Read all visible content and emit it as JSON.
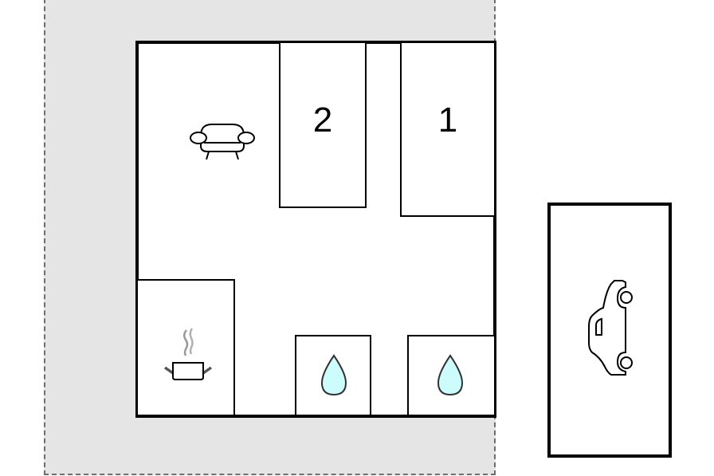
{
  "floorplan": {
    "plot": {
      "label": "plot-boundary",
      "fill": "#e5e5e5",
      "border": "#6e6e6e"
    },
    "house": {
      "label": "house-outline"
    },
    "rooms": [
      {
        "id": "bedroom-2",
        "label": "2",
        "type": "bedroom"
      },
      {
        "id": "bedroom-1",
        "label": "1",
        "type": "bedroom"
      },
      {
        "id": "living-room",
        "label": "",
        "type": "living",
        "icon": "sofa-icon"
      },
      {
        "id": "kitchen",
        "label": "",
        "type": "kitchen",
        "icon": "cooking-pot-icon"
      },
      {
        "id": "bathroom-a",
        "label": "",
        "type": "bathroom",
        "icon": "water-drop-icon"
      },
      {
        "id": "bathroom-b",
        "label": "",
        "type": "bathroom",
        "icon": "water-drop-icon"
      }
    ],
    "parking": {
      "id": "parking",
      "icon": "car-icon"
    },
    "colors": {
      "water": "#ccfcfc",
      "steam": "#9a9a9a",
      "pot_handle": "#555555",
      "walls": "#000000"
    }
  }
}
